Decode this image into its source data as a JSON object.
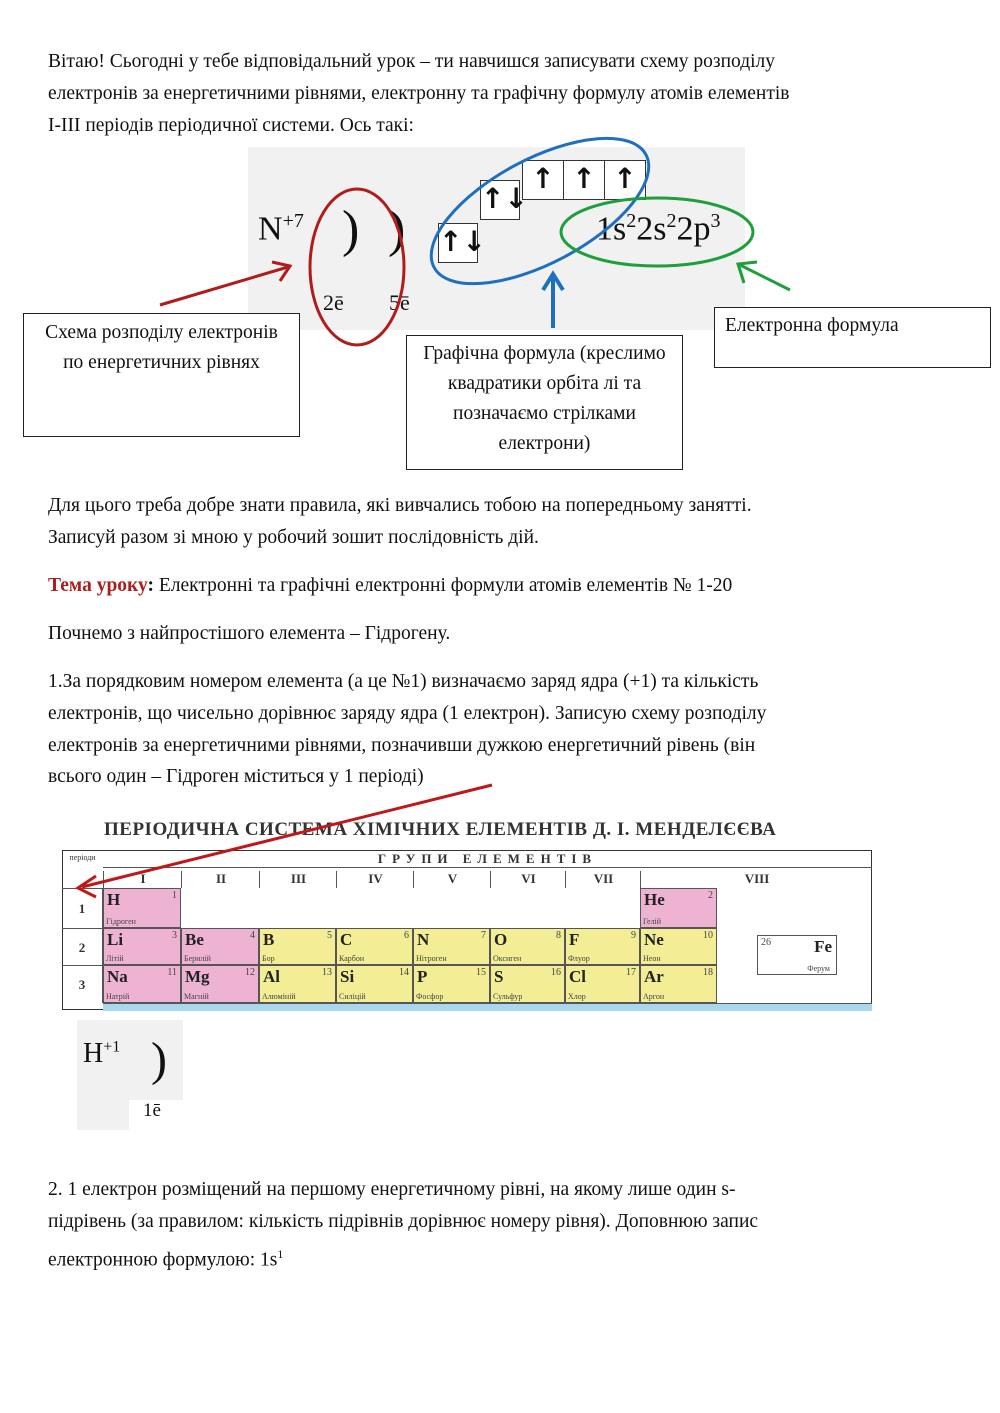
{
  "intro": [
    "Вітаю! Сьогодні у тебе відповідальний урок – ти навчишся записувати схему розподілу",
    "електронів за енергетичними рівнями, електронну  та графічну формулу атомів елементів",
    "І-ІІІ періодів періодичної системи. Ось такі:"
  ],
  "diagram": {
    "element": "N",
    "charge": "+7",
    "levels": [
      "2ē",
      "5ē"
    ],
    "orbitals": [
      "↑↓",
      "↑↓",
      "↑",
      "↑",
      "↑"
    ],
    "formula": [
      {
        "t": "1s",
        "s": "2"
      },
      {
        "t": "2s",
        "s": "2"
      },
      {
        "t": "2p",
        "s": "3"
      }
    ],
    "colors": {
      "scheme": "#b01c1c",
      "graphic": "#1f6fbf",
      "electronic": "#1e9e3c"
    },
    "labels": {
      "scheme": "Схема розподілу електронів по енергетичних рівнях",
      "graphic": "Графічна формула (креслимо квадратики орбіта лі та позначаємо стрілками електрони)",
      "electronic": "Електронна формула"
    }
  },
  "para1": [
    "Для цього треба добре знати правила, які вивчались тобою на попередньому занятті.",
    "Записуй разом зі мною у робочий зошит  послідовність дій."
  ],
  "topic": {
    "label": "Тема уроку",
    "colon": ":",
    "text": " Електронні та графічні електронні формули атомів елементів № 1-20"
  },
  "para2": "Почнемо з найпростішого елемента – Гідрогену.",
  "step1": [
    "1.За порядковим номером елемента (а це №1) визначаємо заряд ядра  (+1) та кількість",
    "електронів, що чисельно дорівнює заряду ядра  (1 електрон). Записую схему розподілу",
    "електронів за енергетичними рівнями, позначивши дужкою енергетичний рівень (він",
    "всього один – Гідроген міститься у 1 періоді)"
  ],
  "table": {
    "title": "ПЕРІОДИЧНА СИСТЕМА ХІМІЧНИХ ЕЛЕМЕНТІВ Д. І. МЕНДЕЛЄЄВА",
    "groups_header": "ГРУПИ ЕЛЕМЕНТІВ",
    "period_header": "періоди",
    "groups": [
      "I",
      "II",
      "III",
      "IV",
      "V",
      "VI",
      "VII",
      "VIII"
    ],
    "periods": [
      "1",
      "2",
      "3"
    ],
    "elements": [
      {
        "s": "H",
        "n": "1",
        "name": "Гідроген",
        "p": 1,
        "g": 0,
        "c": "pink"
      },
      {
        "s": "He",
        "n": "2",
        "name": "Гелій",
        "p": 1,
        "g": 7,
        "c": "pink"
      },
      {
        "s": "Li",
        "n": "3",
        "name": "Літій",
        "p": 2,
        "g": 0,
        "c": "pink"
      },
      {
        "s": "Be",
        "n": "4",
        "name": "Берилій",
        "p": 2,
        "g": 1,
        "c": "pink"
      },
      {
        "s": "B",
        "n": "5",
        "name": "Бор",
        "p": 2,
        "g": 2,
        "c": "yel"
      },
      {
        "s": "C",
        "n": "6",
        "name": "Карбон",
        "p": 2,
        "g": 3,
        "c": "yel"
      },
      {
        "s": "N",
        "n": "7",
        "name": "Нітроген",
        "p": 2,
        "g": 4,
        "c": "yel"
      },
      {
        "s": "O",
        "n": "8",
        "name": "Оксиген",
        "p": 2,
        "g": 5,
        "c": "yel"
      },
      {
        "s": "F",
        "n": "9",
        "name": "Флуор",
        "p": 2,
        "g": 6,
        "c": "yel"
      },
      {
        "s": "Ne",
        "n": "10",
        "name": "Неон",
        "p": 2,
        "g": 7,
        "c": "yel"
      },
      {
        "s": "Na",
        "n": "11",
        "name": "Натрій",
        "p": 3,
        "g": 0,
        "c": "pink"
      },
      {
        "s": "Mg",
        "n": "12",
        "name": "Магній",
        "p": 3,
        "g": 1,
        "c": "pink"
      },
      {
        "s": "Al",
        "n": "13",
        "name": "Алюміній",
        "p": 3,
        "g": 2,
        "c": "yel"
      },
      {
        "s": "Si",
        "n": "14",
        "name": "Силіцій",
        "p": 3,
        "g": 3,
        "c": "yel"
      },
      {
        "s": "P",
        "n": "15",
        "name": "Фосфор",
        "p": 3,
        "g": 4,
        "c": "yel"
      },
      {
        "s": "S",
        "n": "16",
        "name": "Сульфур",
        "p": 3,
        "g": 5,
        "c": "yel"
      },
      {
        "s": "Cl",
        "n": "17",
        "name": "Хлор",
        "p": 3,
        "g": 6,
        "c": "yel"
      },
      {
        "s": "Ar",
        "n": "18",
        "name": "Аргон",
        "p": 3,
        "g": 7,
        "c": "yel"
      }
    ],
    "legend": {
      "symbol": "Fe",
      "number": "26",
      "name": "Ферум"
    }
  },
  "hydrogen": {
    "element": "H",
    "charge": "+1",
    "level": "1ē"
  },
  "step2": {
    "lines": [
      "2. 1 електрон розміщений на першому енергетичному рівні, на якому лише один s-",
      "підрівень (за правилом: кількість підрівнів дорівнює номеру рівня). Доповнюю запис",
      "електронною формулою: "
    ],
    "formula": "1s",
    "sup": "1"
  }
}
